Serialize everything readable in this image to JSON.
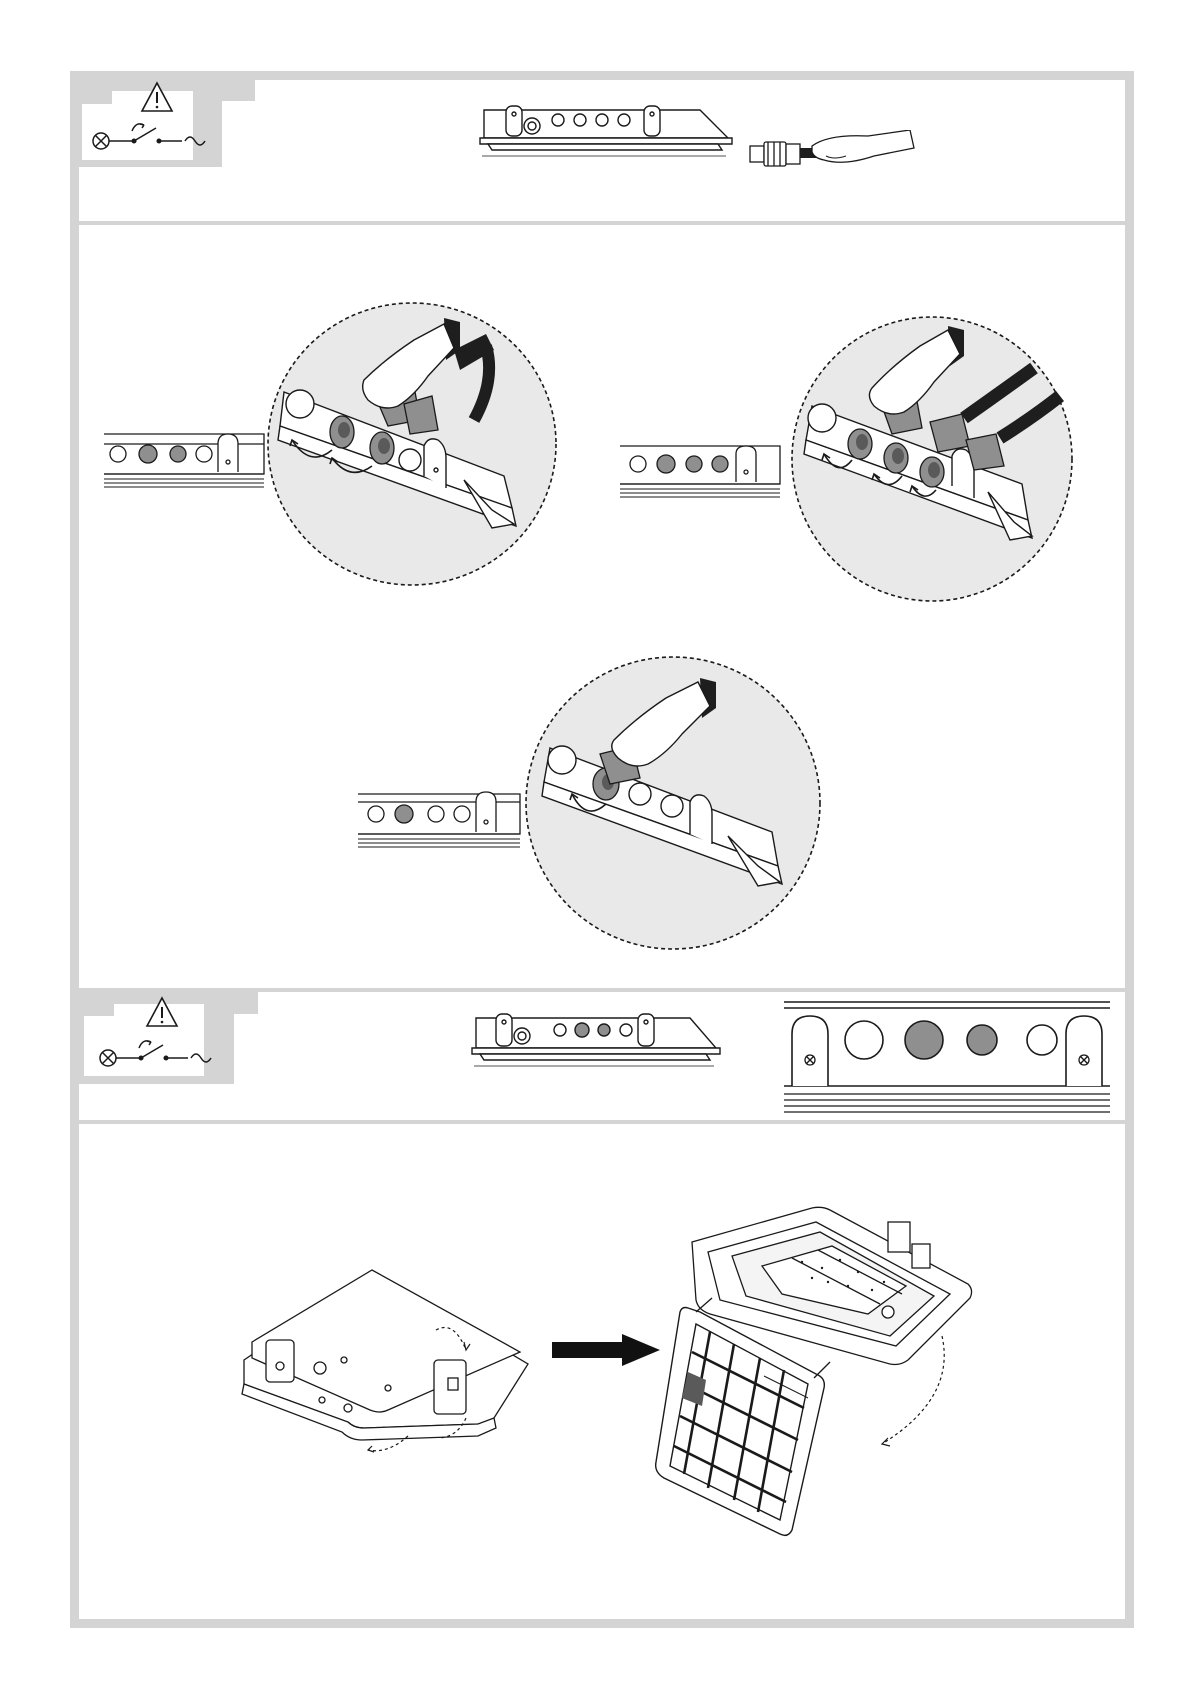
{
  "colors": {
    "frame": "#d4d4d4",
    "line": "#1a1a1a",
    "zoom_fill": "#e9e9e9",
    "plugged_hole": "#8f8f8f",
    "cable": "#1e1e1e"
  },
  "icons": {
    "safety_badge": "warning-triangle-icon",
    "power_switch": "lamp-switch-ac-icon",
    "direction_arrow": "arrow-right-icon",
    "rotate": "curved-arrow-icon"
  },
  "panels": [
    {
      "id": "disconnect-power",
      "badge": true,
      "scene": "lamp-edge-and-connector-in-hand"
    },
    {
      "id": "connect-cables",
      "scenes": [
        "two-connectors",
        "three-connectors",
        "one-connector"
      ],
      "plugged_counts": [
        2,
        3,
        1
      ]
    },
    {
      "id": "check-ports",
      "badge": true,
      "scene": "lamp-edge-and-port-closeup",
      "closeup_holes": [
        "open",
        "plugged",
        "plugged",
        "open"
      ]
    },
    {
      "id": "open-housing",
      "scene": "closed-housing-to-open-housing"
    }
  ]
}
